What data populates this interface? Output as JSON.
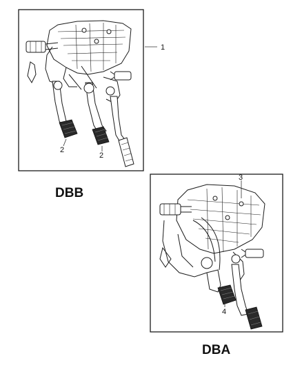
{
  "callouts": {
    "top_assembly": "1",
    "top_pedal_left": "2",
    "top_pedal_right": "2",
    "bottom_assembly": "3",
    "bottom_pedal": "4"
  },
  "variants": {
    "top": "DBB",
    "bottom": "DBA"
  }
}
